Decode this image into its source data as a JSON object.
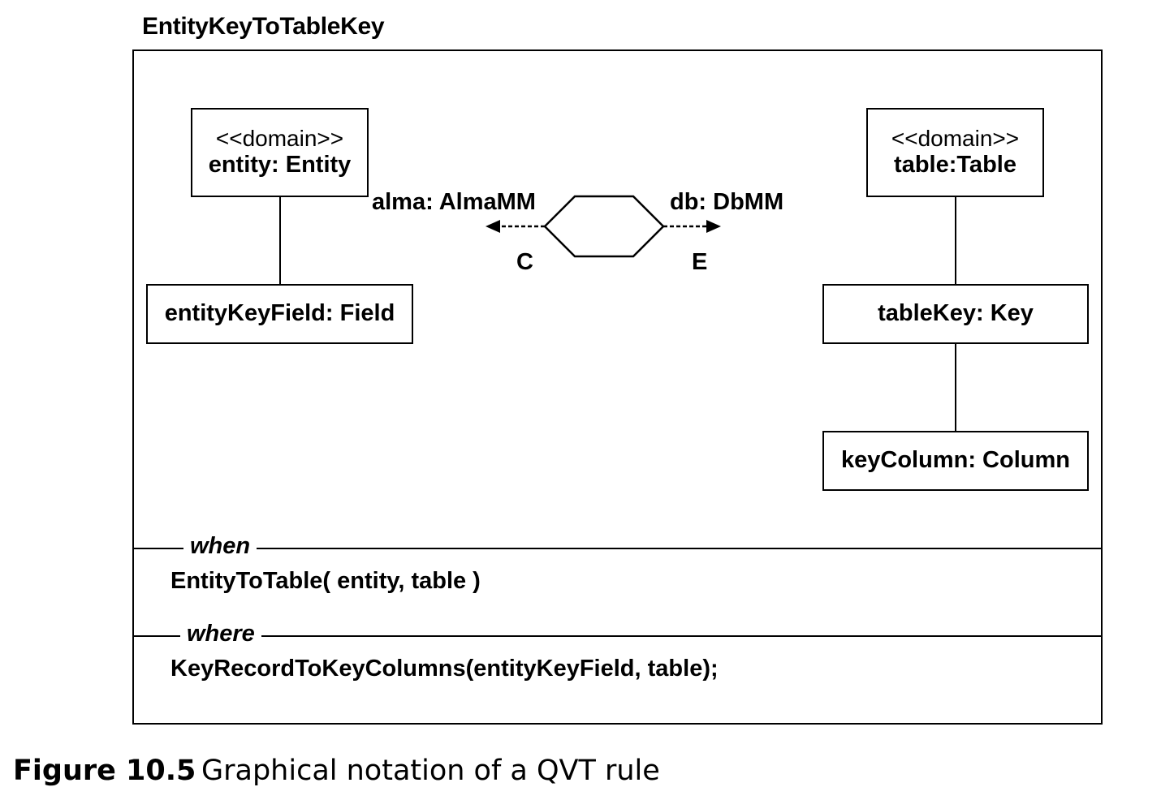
{
  "rule": {
    "name": "EntityKeyToTableKey"
  },
  "left_domain": {
    "stereotype": "<<domain>>",
    "root": "entity: Entity",
    "child": "entityKeyField: Field"
  },
  "right_domain": {
    "stereotype": "<<domain>>",
    "root": "table:Table",
    "child": "tableKey: Key",
    "grandchild": "keyColumn: Column"
  },
  "transformation": {
    "left_model": "alma: AlmaMM",
    "right_model": "db: DbMM",
    "left_mode": "C",
    "right_mode": "E"
  },
  "when": {
    "keyword": "when",
    "expression": "EntityToTable( entity, table )"
  },
  "where": {
    "keyword": "where",
    "expression": "KeyRecordToKeyColumns(entityKeyField, table);"
  },
  "caption": {
    "number": "Figure 10.5",
    "text": "Graphical notation of a QVT rule"
  }
}
